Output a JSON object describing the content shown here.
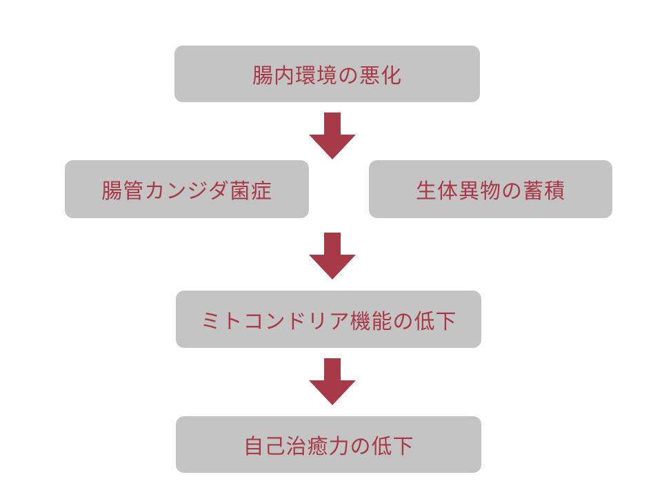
{
  "diagram": {
    "nodes": [
      {
        "id": "n1",
        "label": "腸内環境の悪化"
      },
      {
        "id": "n2",
        "label": "腸管カンジダ菌症"
      },
      {
        "id": "n3",
        "label": "生体異物の蓄積"
      },
      {
        "id": "n4",
        "label": "ミトコンドリア機能の低下"
      },
      {
        "id": "n5",
        "label": "自己治癒力の低下"
      }
    ],
    "edges": [
      {
        "from": "n1",
        "to": "n2,n3"
      },
      {
        "from": "n2,n3",
        "to": "n4"
      },
      {
        "from": "n4",
        "to": "n5"
      }
    ],
    "colors": {
      "box_fill": "#c4c4c4",
      "text": "#a83a48",
      "arrow": "#a83a48",
      "background": "#ffffff"
    }
  }
}
